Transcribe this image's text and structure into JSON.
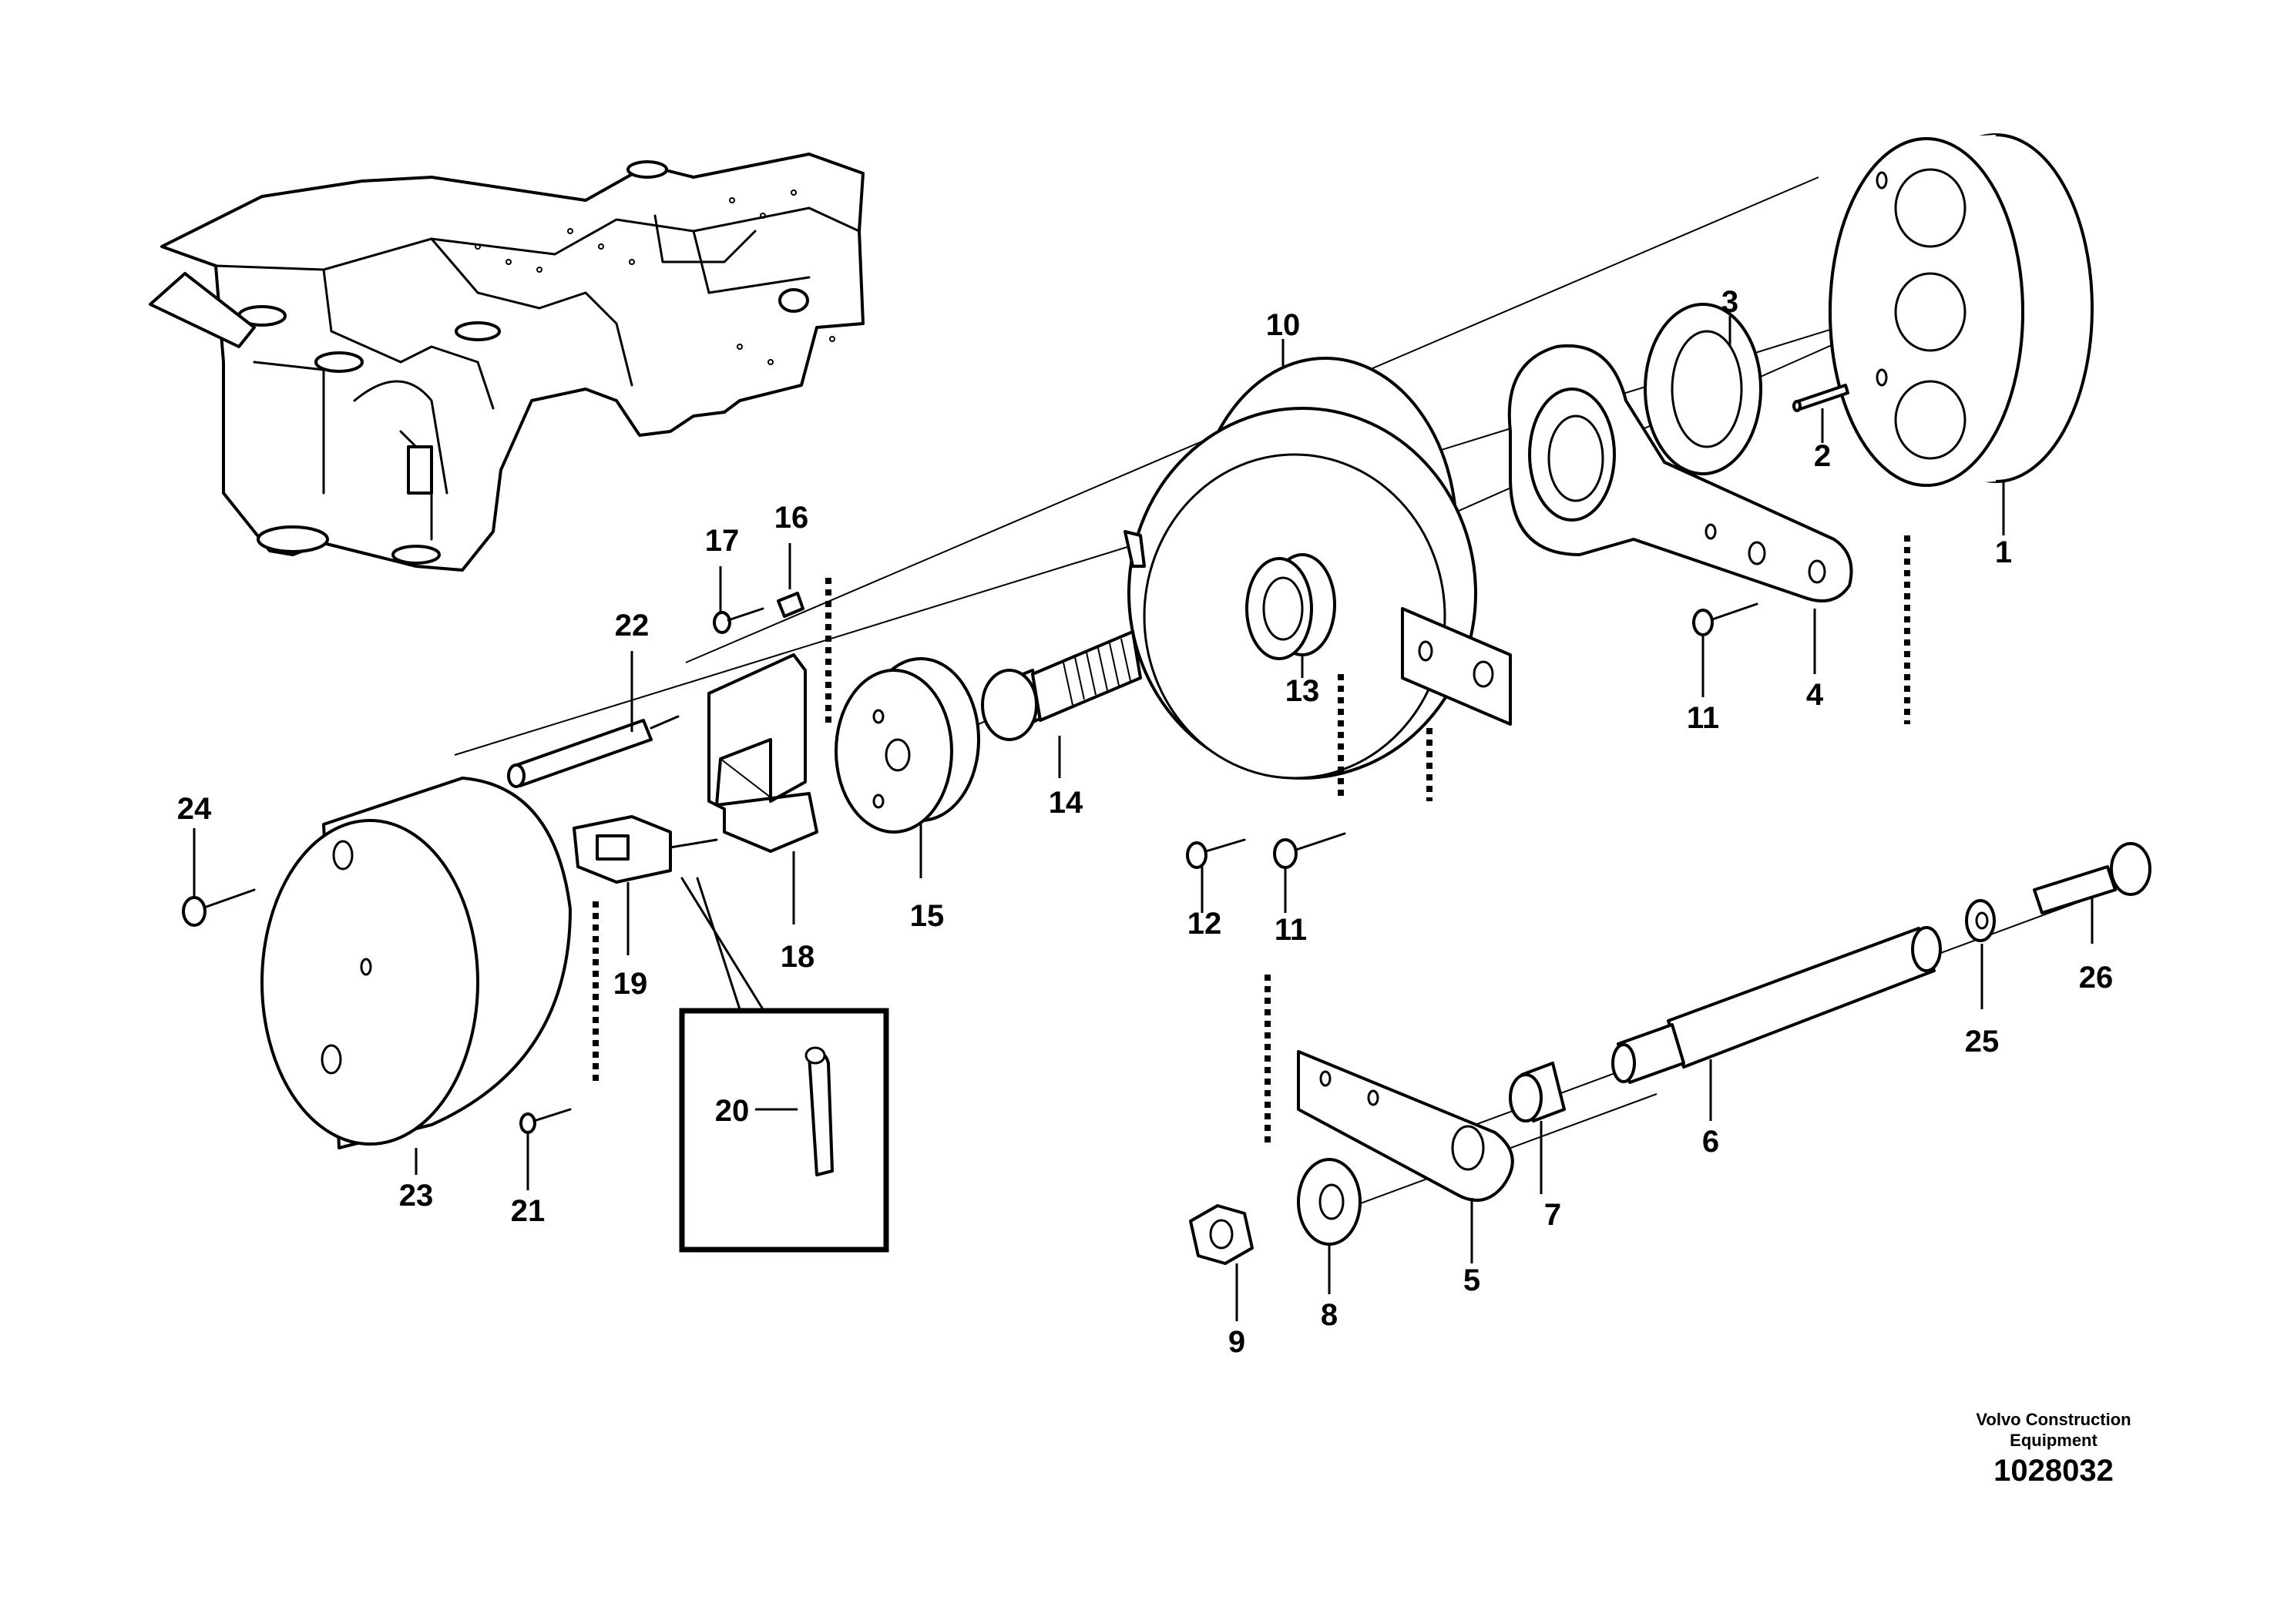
{
  "callouts": [
    "1",
    "2",
    "3",
    "4",
    "5",
    "6",
    "7",
    "8",
    "9",
    "10",
    "11",
    "11",
    "12",
    "13",
    "14",
    "15",
    "16",
    "17",
    "18",
    "19",
    "20",
    "21",
    "22",
    "23",
    "24",
    "25",
    "26"
  ],
  "footer": {
    "brand_line1": "Volvo Construction",
    "brand_line2": "Equipment",
    "drawing_id": "1028032"
  }
}
